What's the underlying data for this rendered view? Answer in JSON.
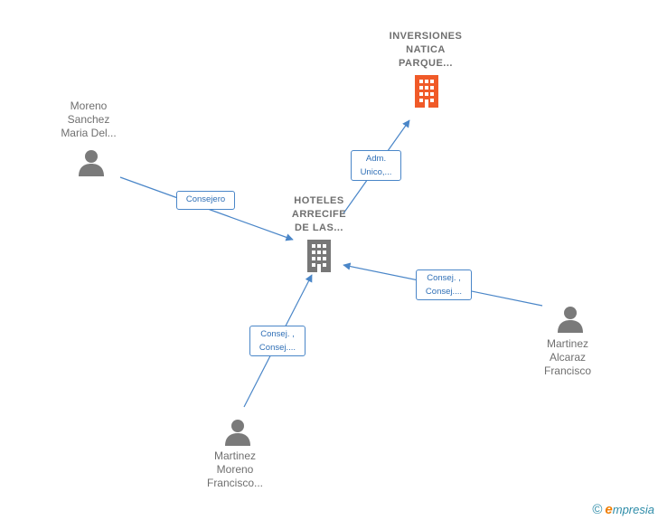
{
  "colors": {
    "edge": "#4a86c8",
    "company_main": "#777777",
    "company_highlight": "#f05a28",
    "person": "#7a7a7a"
  },
  "nodes": {
    "company_top": {
      "label": "INVERSIONES\nNATICA\nPARQUE...",
      "icon": "building-icon"
    },
    "company_center": {
      "label": "HOTELES\nARRECIFE\nDE LAS...",
      "icon": "building-icon"
    },
    "person_left": {
      "label": "Moreno\nSanchez\nMaria Del...",
      "icon": "person-icon"
    },
    "person_right": {
      "label": "Martinez\nAlcaraz\nFrancisco",
      "icon": "person-icon"
    },
    "person_bottom": {
      "label": "Martinez\nMoreno\nFrancisco...",
      "icon": "person-icon"
    }
  },
  "edges": {
    "center_to_top": "Adm.\nUnico,...",
    "left_to_center": "Consejero",
    "right_to_center": "Consej. ,\nConsej....",
    "bottom_to_center": "Consej. ,\nConsej...."
  },
  "footer": {
    "copyright": "©",
    "brand_first": "e",
    "brand_rest": "mpresia"
  }
}
